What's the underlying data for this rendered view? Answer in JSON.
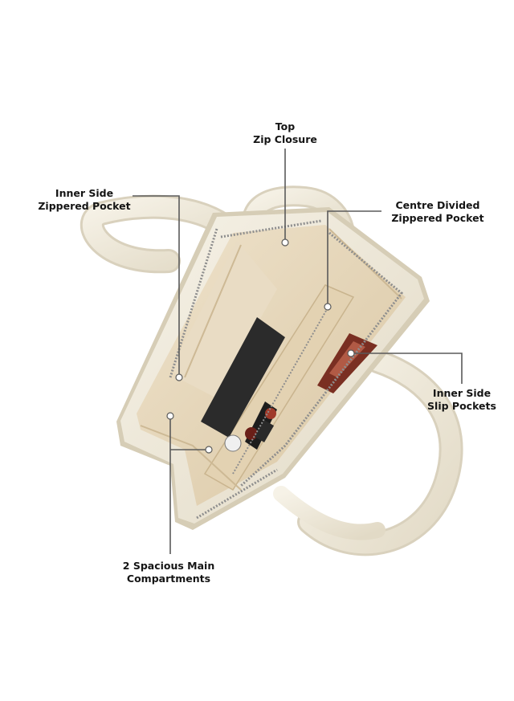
{
  "image": {
    "subject": "cream-tote-bag-interior-view",
    "colors": {
      "leather": "#efe9da",
      "leather_shadow": "#d8d0bb",
      "lining": "#e6d7bd",
      "lining_shadow": "#cdb995",
      "zipper": "#8e8e8e",
      "callout_line": "#5a5a5a",
      "label_text": "#151515"
    }
  },
  "callouts": {
    "top_zip": {
      "line1": "Top",
      "line2": "Zip Closure"
    },
    "inner_side_zip": {
      "line1": "Inner Side",
      "line2": "Zippered Pocket"
    },
    "centre_divided": {
      "line1": "Centre Divided",
      "line2": "Zippered Pocket"
    },
    "inner_side_slip": {
      "line1": "Inner Side",
      "line2": "Slip Pockets"
    },
    "main_compartments": {
      "line1": "2 Spacious Main",
      "line2": "Compartments"
    }
  }
}
